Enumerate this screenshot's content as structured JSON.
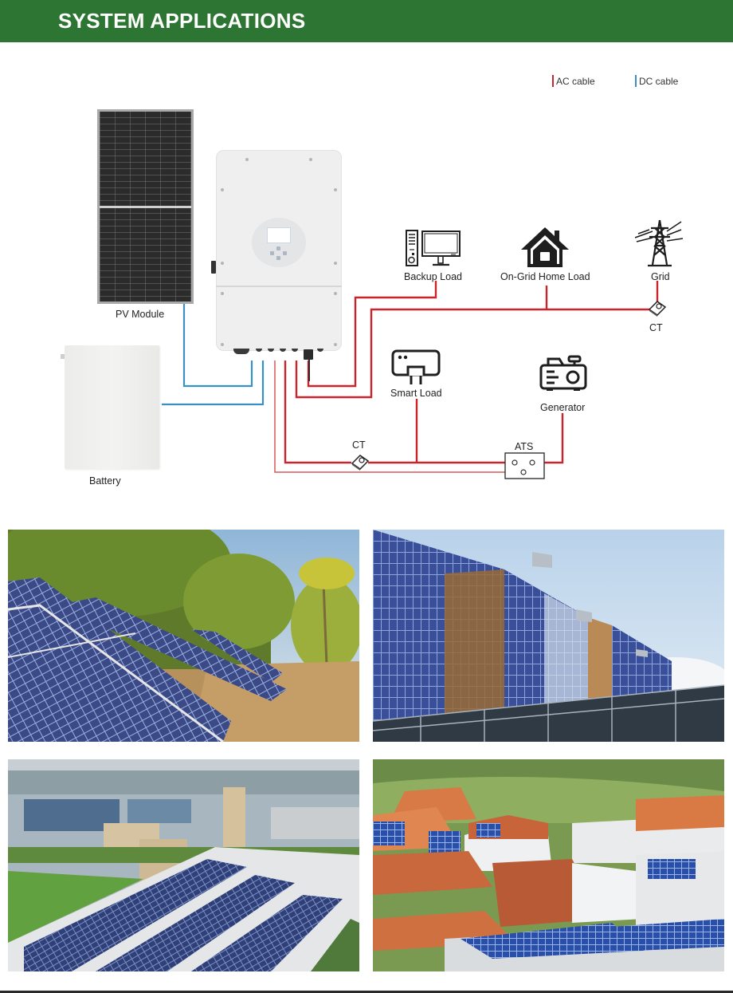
{
  "header": {
    "title": "SYSTEM APPLICATIONS",
    "background_color": "#2c7532"
  },
  "legend": {
    "ac": {
      "label": "AC cable",
      "color": "#c9252c"
    },
    "dc": {
      "label": "DC cable",
      "color": "#3a8fc4"
    }
  },
  "components": {
    "pv_module": {
      "label": "PV Module",
      "icon": "solar-panel-icon"
    },
    "inverter": {
      "icon": "hybrid-inverter-icon"
    },
    "battery": {
      "label": "Battery",
      "icon": "battery-icon"
    },
    "backup_load": {
      "label": "Backup Load",
      "icon": "desktop-computer-icon"
    },
    "on_grid_home_load": {
      "label": "On-Grid Home Load",
      "icon": "house-icon"
    },
    "grid": {
      "label": "Grid",
      "icon": "power-pylon-icon"
    },
    "ct_grid": {
      "label": "CT",
      "icon": "current-transformer-icon"
    },
    "smart_load": {
      "label": "Smart Load",
      "icon": "smart-plug-icon"
    },
    "generator": {
      "label": "Generator",
      "icon": "generator-icon"
    },
    "ct_generator": {
      "label": "CT",
      "icon": "current-transformer-icon"
    },
    "ats": {
      "label": "ATS",
      "icon": "transfer-switch-icon"
    }
  },
  "photos": [
    {
      "id": "ground-mounted-array",
      "description": "Ground-mounted solar panel array among trees"
    },
    {
      "id": "building-facade",
      "description": "Building facade with integrated solar panels"
    },
    {
      "id": "industrial-rooftop",
      "description": "Industrial factory rooftop covered with solar panels"
    },
    {
      "id": "residential-rooftops",
      "description": "Residential village houses with rooftop solar panels"
    }
  ]
}
